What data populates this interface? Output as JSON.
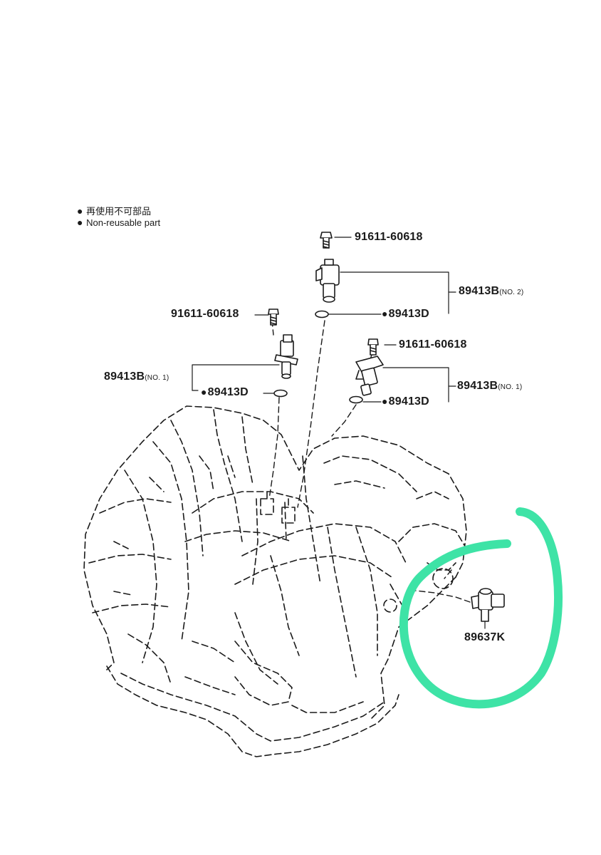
{
  "legend": {
    "bullet": "●",
    "line_jp": "再使用不可部品",
    "line_en": "Non-reusable part"
  },
  "parts": {
    "bolt_top": "91611-60618",
    "bolt_left": "91611-60618",
    "bolt_right": "91611-60618",
    "sensor_no2": {
      "code": "89413B",
      "note": "(NO. 2)"
    },
    "sensor_no1_left": {
      "code": "89413B",
      "note": "(NO. 1)"
    },
    "sensor_no1_right": {
      "code": "89413B",
      "note": "(NO. 1)"
    },
    "oring_no2": "89413D",
    "oring_left": "89413D",
    "oring_right": "89413D",
    "speed_sensor": "89637K"
  },
  "colors": {
    "ink": "#1a1a1a",
    "highlight": "#3ee3a6"
  }
}
